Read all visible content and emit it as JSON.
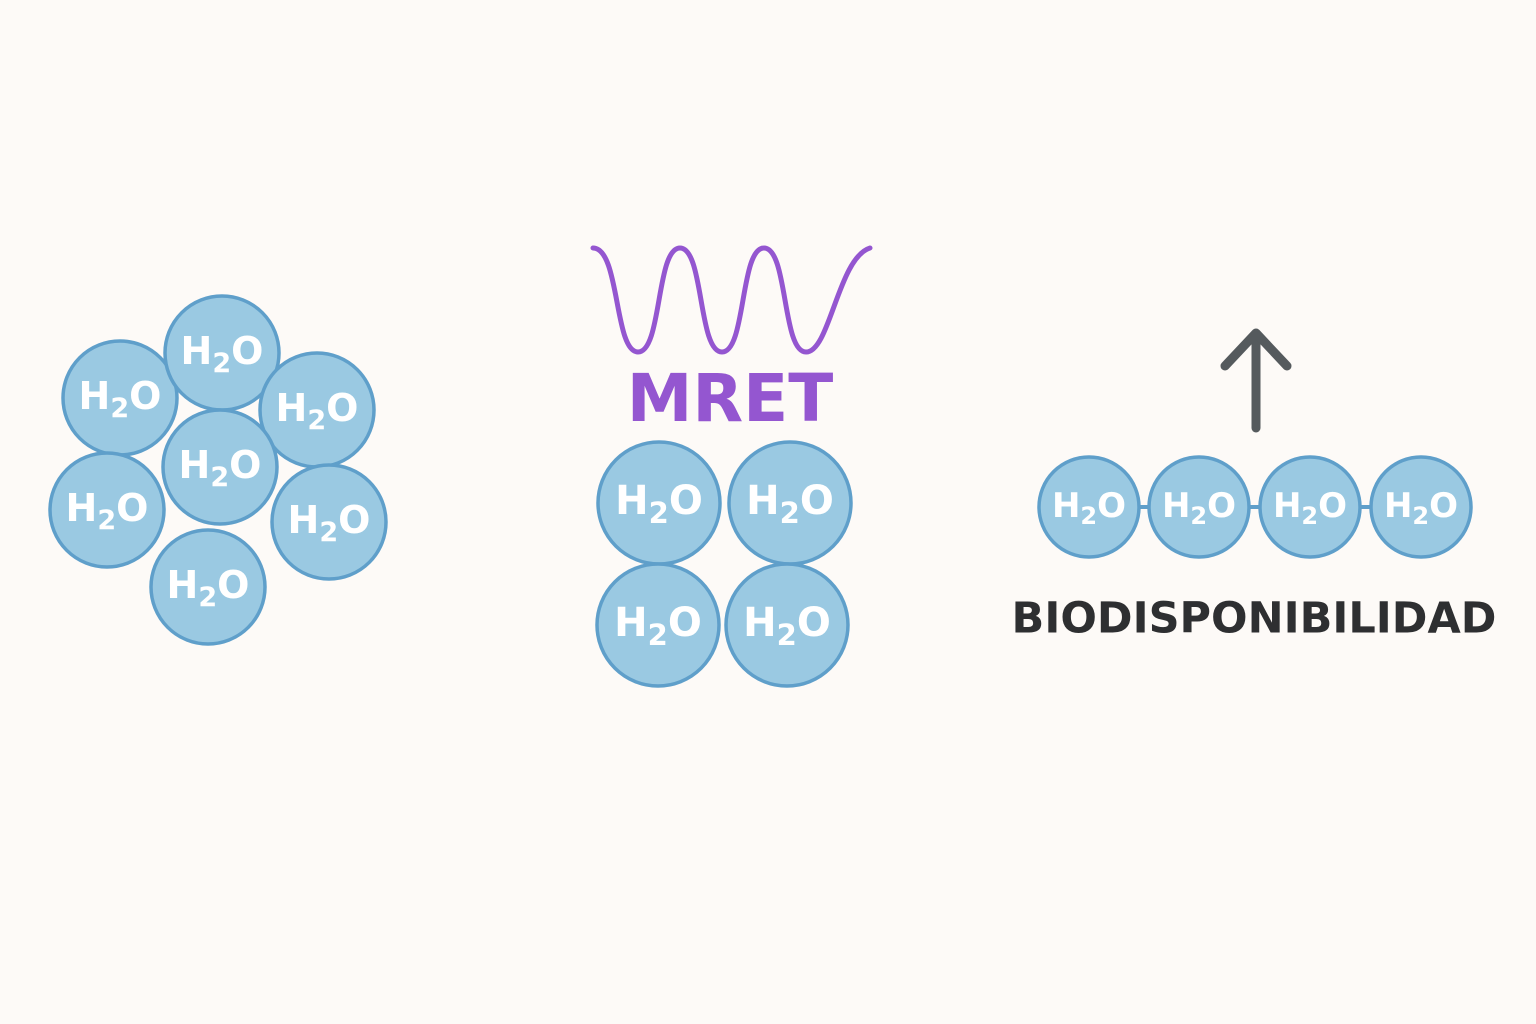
{
  "molecule_label": {
    "main": "H",
    "subscript": "2",
    "tail": "O"
  },
  "groups": {
    "cluster": {
      "molecule_count": 7
    },
    "mret": {
      "label": "MRET",
      "molecule_count": 4
    },
    "chain": {
      "label": "BIODISPONIBILIDAD",
      "molecule_count": 4,
      "arrow_direction": "up"
    }
  },
  "colors": {
    "background": "#fdfaf7",
    "molecule_fill": "#9ac9e2",
    "molecule_stroke": "#5f9fca",
    "mret_accent": "#9456d0",
    "arrow": "#555a5d",
    "text_dark": "#2e2f31"
  }
}
